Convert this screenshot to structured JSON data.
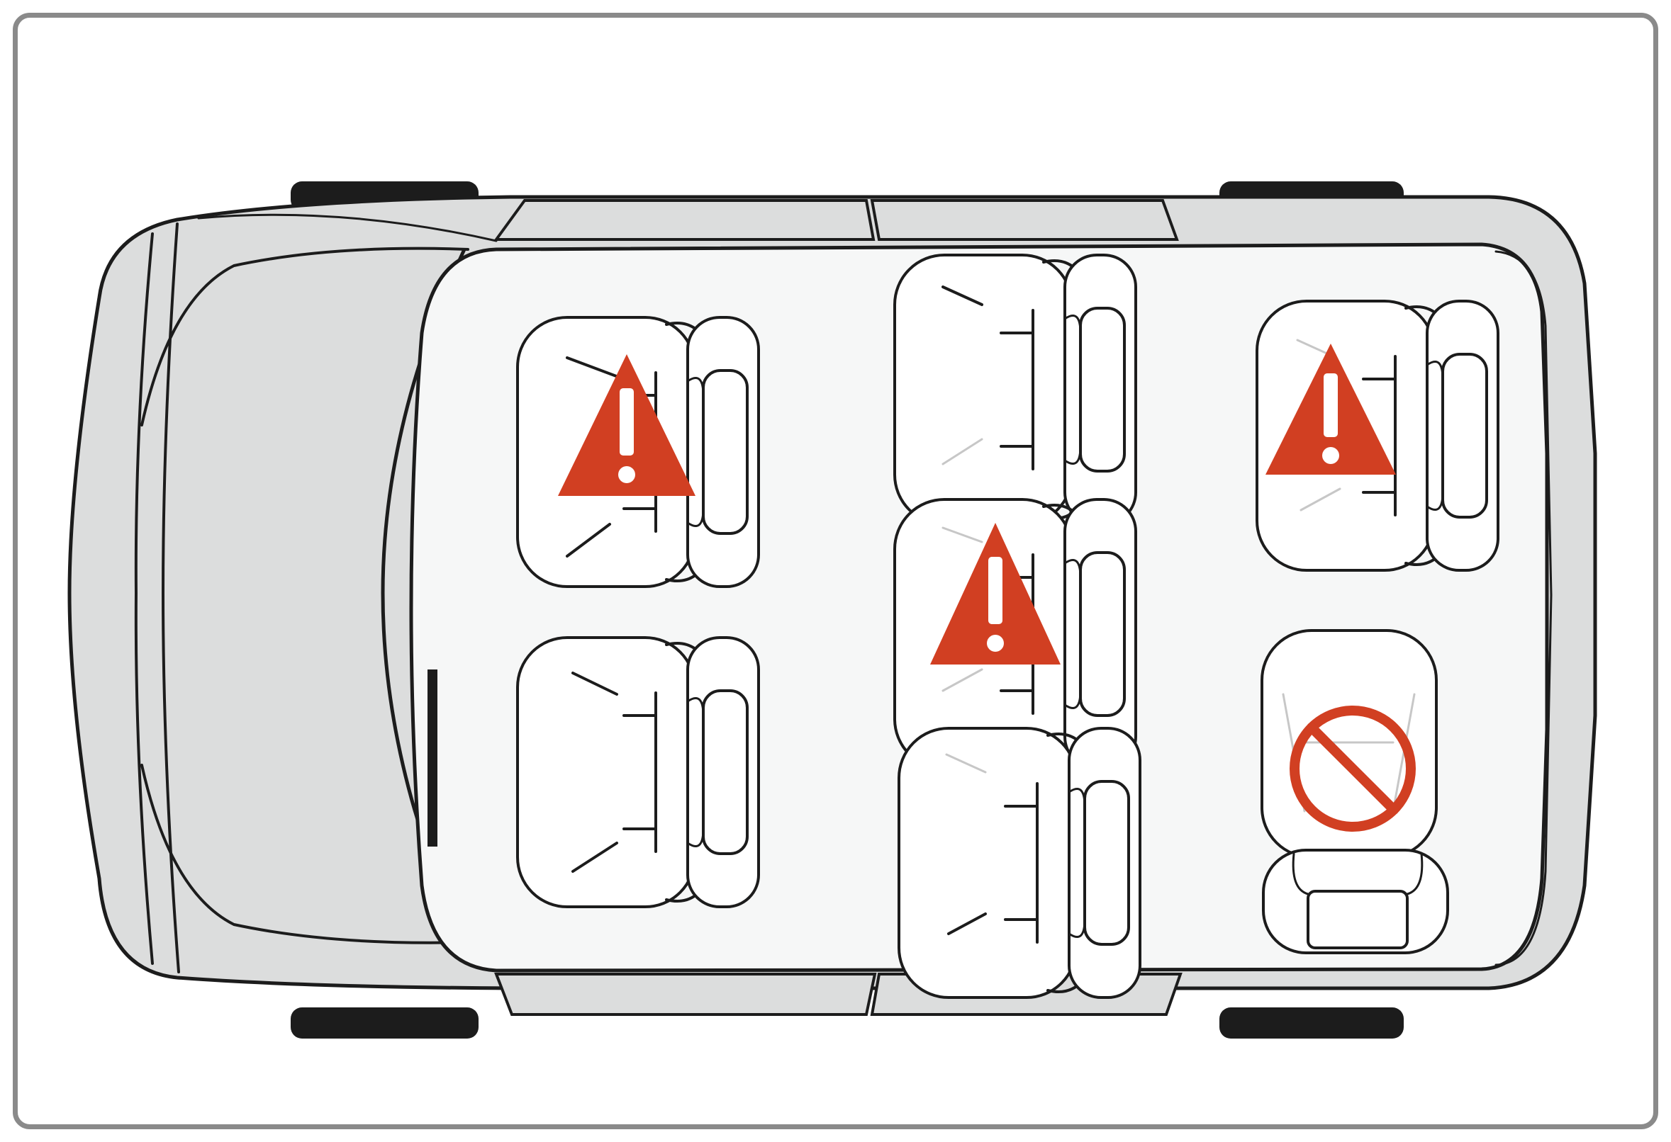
{
  "diagram": {
    "vehicle": "minivan-top-view",
    "colors": {
      "body_fill": "#dcdddd",
      "cabin_fill": "#f6f7f7",
      "seat_fill": "#ffffff",
      "outline": "#1c1c1c",
      "warning_red": "#d13f22",
      "prohibited_red": "#d13f22",
      "frame_border": "#8a8a8a"
    },
    "seats": [
      {
        "row": 1,
        "side": "left",
        "marker": "warning-icon"
      },
      {
        "row": 1,
        "side": "right",
        "marker": "none"
      },
      {
        "row": 2,
        "side": "left",
        "marker": "none"
      },
      {
        "row": 2,
        "side": "center",
        "marker": "warning-icon"
      },
      {
        "row": 2,
        "side": "right",
        "marker": "none"
      },
      {
        "row": 3,
        "side": "left",
        "marker": "warning-icon"
      },
      {
        "row": 3,
        "side": "right",
        "marker": "prohibited-icon",
        "orientation": "rear-facing"
      }
    ]
  }
}
